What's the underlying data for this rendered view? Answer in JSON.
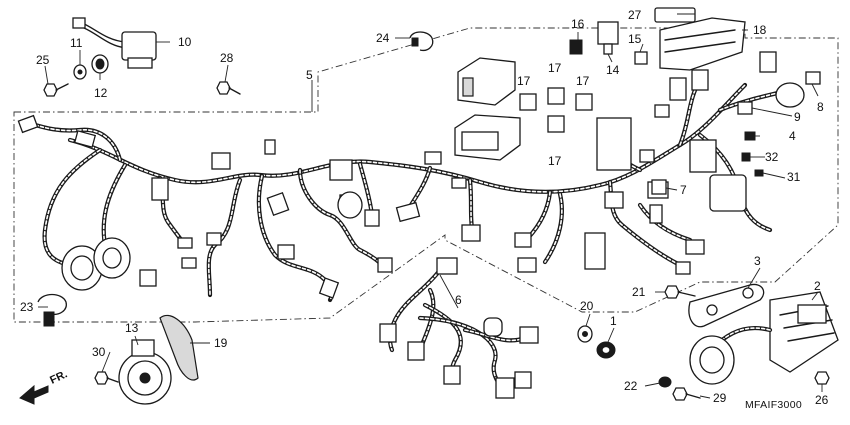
{
  "diagram": {
    "code": "MFAIF3000",
    "direction_label": "FR.",
    "callouts": {
      "c1": "1",
      "c2": "2",
      "c3": "3",
      "c4": "4",
      "c5": "5",
      "c6": "6",
      "c7": "7",
      "c8": "8",
      "c9": "9",
      "c10": "10",
      "c11": "11",
      "c12": "12",
      "c13": "13",
      "c14": "14",
      "c15": "15",
      "c16": "16",
      "c17a": "17",
      "c17b": "17",
      "c17c": "17",
      "c17d": "17",
      "c18": "18",
      "c19": "19",
      "c20": "20",
      "c21": "21",
      "c22": "22",
      "c23": "23",
      "c24": "24",
      "c25": "25",
      "c26": "26",
      "c27": "27",
      "c28": "28",
      "c29": "29",
      "c30": "30",
      "c31": "31",
      "c32": "32"
    }
  }
}
